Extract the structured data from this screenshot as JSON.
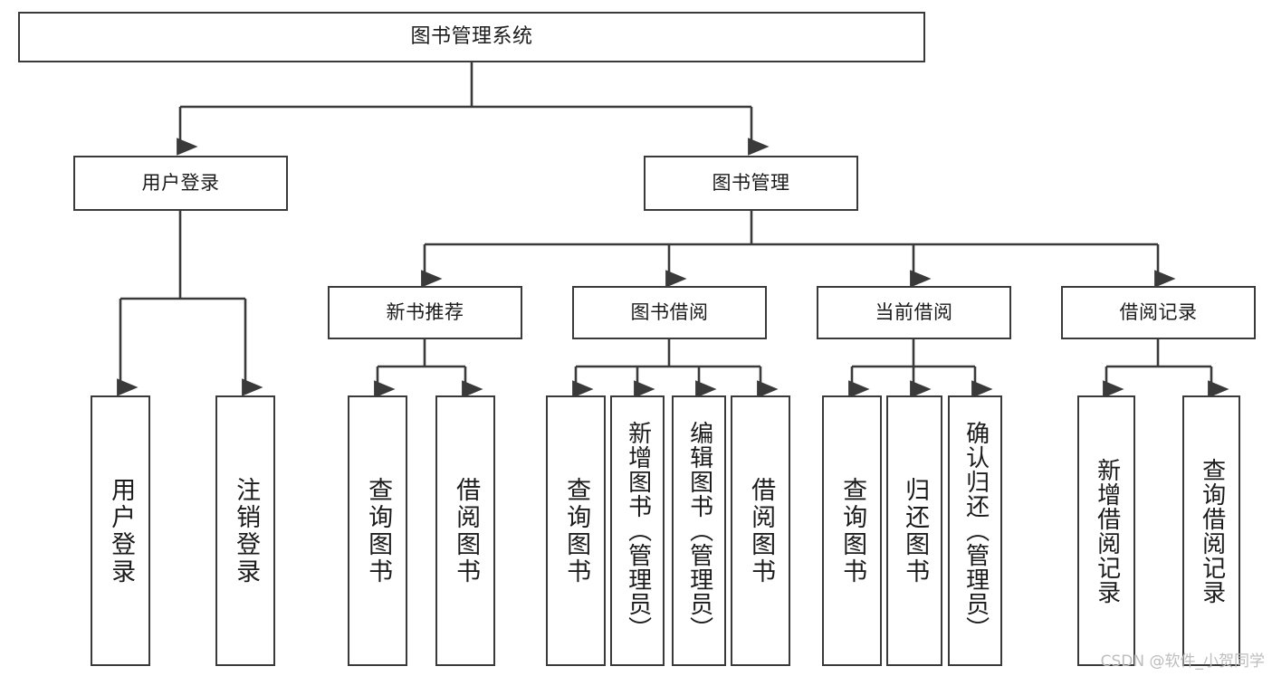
{
  "diagram": {
    "type": "tree",
    "title": "图书管理系统",
    "stroke_color": "#3a3a3a",
    "text_color": "#1b1b1b",
    "background": "#ffffff",
    "root": {
      "id": "root",
      "label": "图书管理系统",
      "orientation": "horizontal"
    },
    "level2": [
      {
        "id": "user-login",
        "label": "用户登录",
        "orientation": "horizontal"
      },
      {
        "id": "book-manage",
        "label": "图书管理",
        "orientation": "horizontal"
      }
    ],
    "level3": [
      {
        "id": "new-book-rec",
        "label": "新书推荐",
        "orientation": "horizontal",
        "parent": "book-manage"
      },
      {
        "id": "book-borrow",
        "label": "图书借阅",
        "orientation": "horizontal",
        "parent": "book-manage"
      },
      {
        "id": "current-borrow",
        "label": "当前借阅",
        "orientation": "horizontal",
        "parent": "book-manage"
      },
      {
        "id": "borrow-record",
        "label": "借阅记录",
        "orientation": "horizontal",
        "parent": "book-manage"
      }
    ],
    "leaves": [
      {
        "id": "leaf-user-login",
        "label": "用户登录",
        "parent": "user-login",
        "orientation": "vertical"
      },
      {
        "id": "leaf-logout-login",
        "label": "注销登录",
        "parent": "user-login",
        "orientation": "vertical"
      },
      {
        "id": "leaf-query-book-1",
        "label": "查询图书",
        "parent": "new-book-rec",
        "orientation": "vertical"
      },
      {
        "id": "leaf-borrow-book-1",
        "label": "借阅图书",
        "parent": "new-book-rec",
        "orientation": "vertical"
      },
      {
        "id": "leaf-query-book-2",
        "label": "查询图书",
        "parent": "book-borrow",
        "orientation": "vertical"
      },
      {
        "id": "leaf-add-book",
        "label": "新增图书（管理员）",
        "parent": "book-borrow",
        "orientation": "vertical"
      },
      {
        "id": "leaf-edit-book",
        "label": "编辑图书（管理员）",
        "parent": "book-borrow",
        "orientation": "vertical"
      },
      {
        "id": "leaf-borrow-book-2",
        "label": "借阅图书",
        "parent": "book-borrow",
        "orientation": "vertical"
      },
      {
        "id": "leaf-query-book-3",
        "label": "查询图书",
        "parent": "current-borrow",
        "orientation": "vertical"
      },
      {
        "id": "leaf-return-book",
        "label": "归还图书",
        "parent": "current-borrow",
        "orientation": "vertical"
      },
      {
        "id": "leaf-confirm-return",
        "label": "确认归还（管理员）",
        "parent": "current-borrow",
        "orientation": "vertical"
      },
      {
        "id": "leaf-add-record",
        "label": "新增借阅记录",
        "parent": "borrow-record",
        "orientation": "vertical"
      },
      {
        "id": "leaf-query-record",
        "label": "查询借阅记录",
        "parent": "borrow-record",
        "orientation": "vertical"
      }
    ]
  },
  "watermark": {
    "text": "CSDN @软件_小贺同学",
    "color": "#bdbdbd"
  }
}
